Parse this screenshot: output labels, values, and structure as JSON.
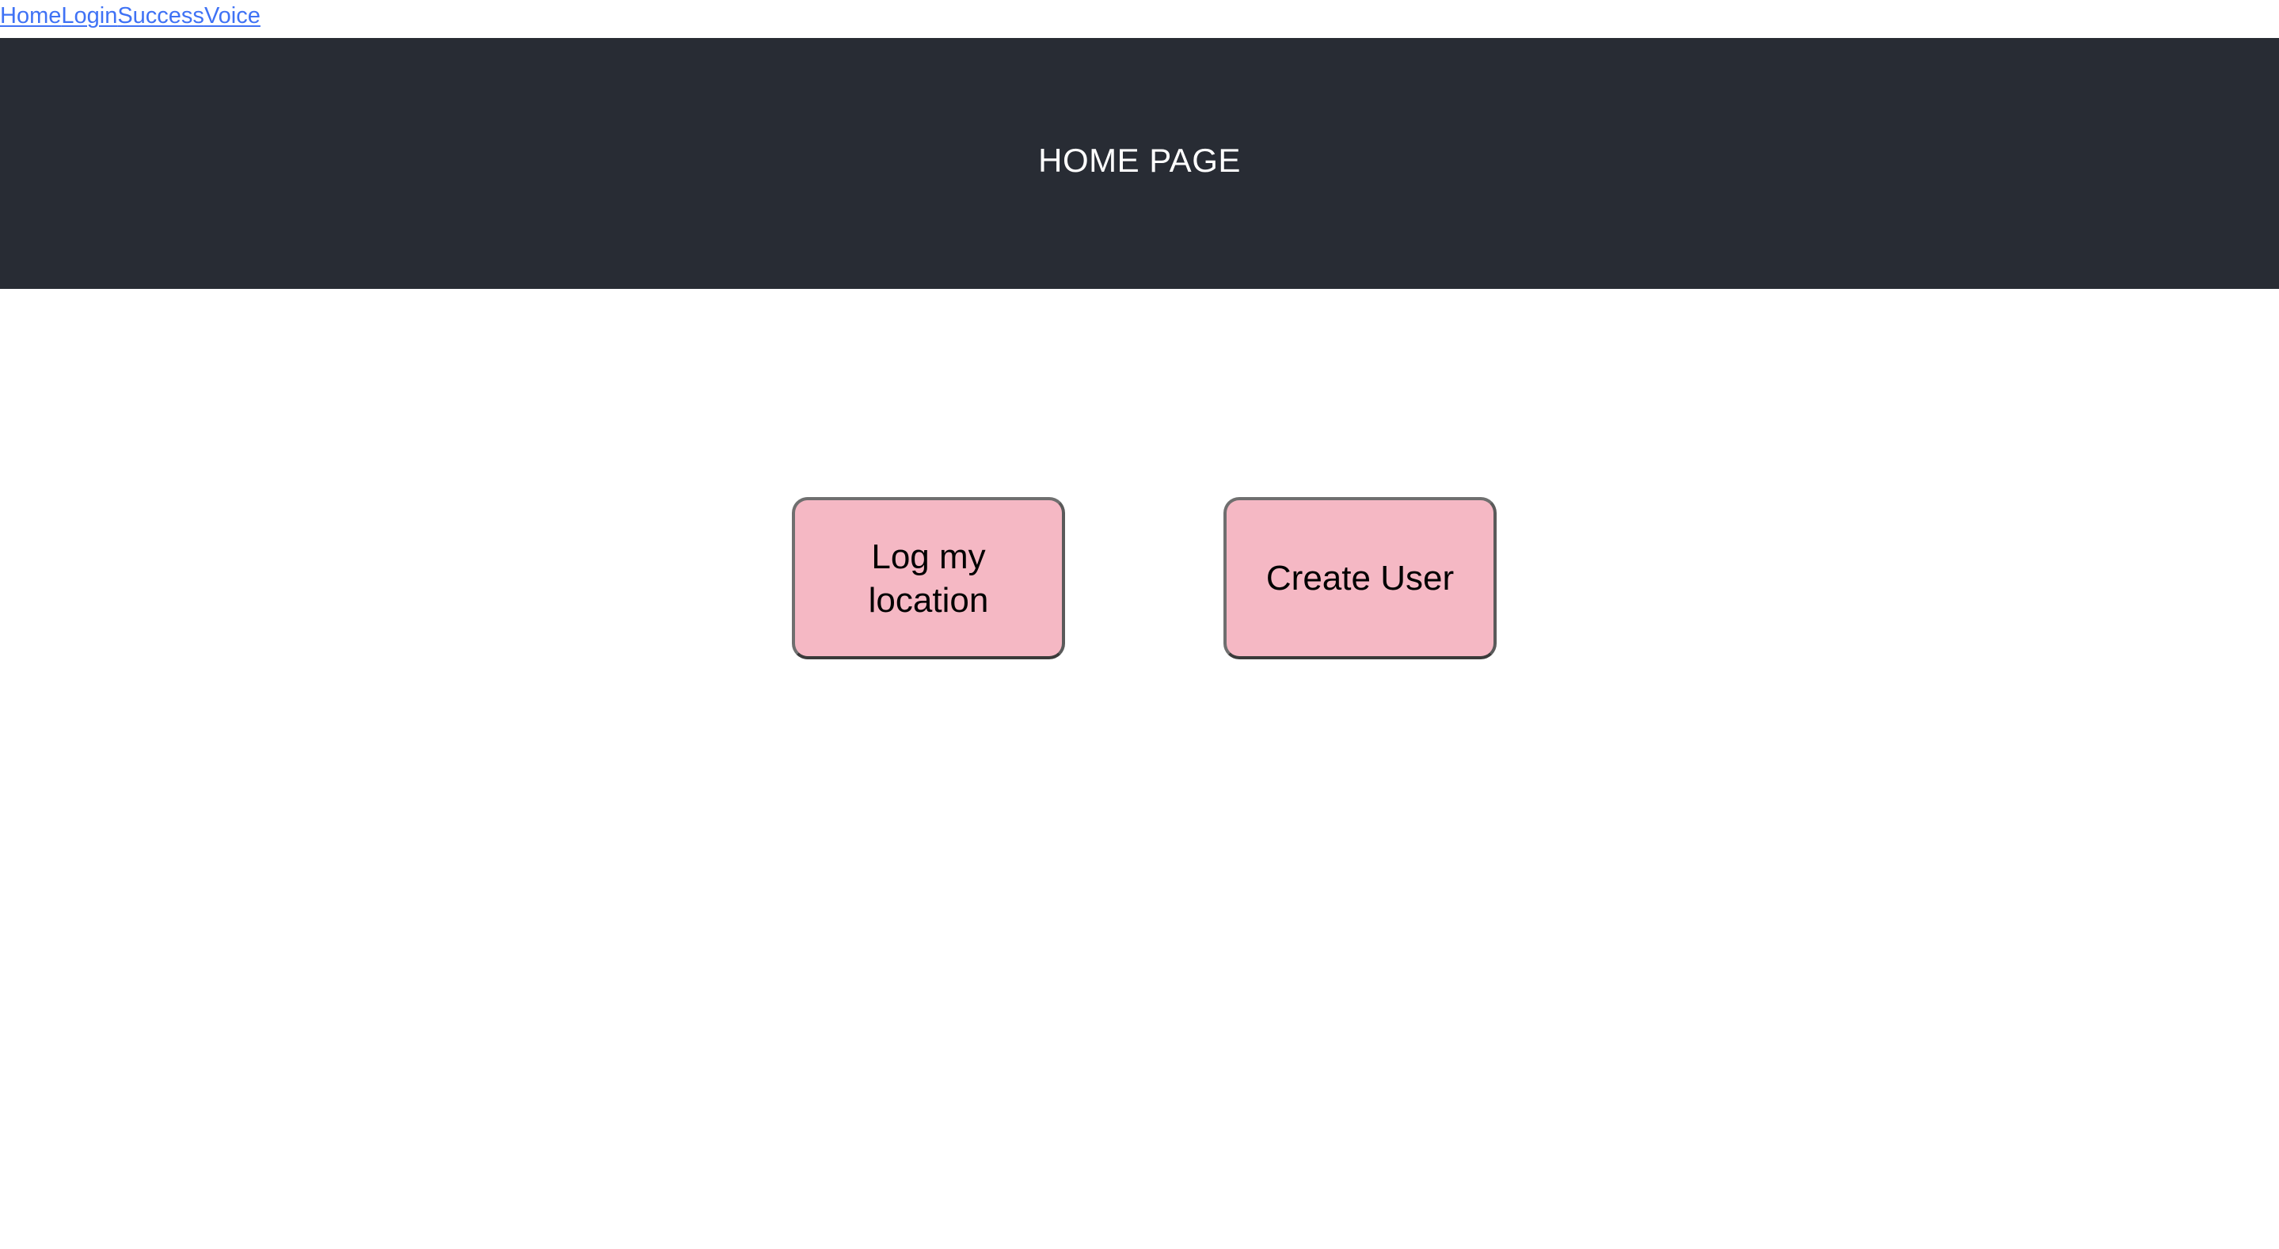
{
  "nav": {
    "links": [
      {
        "label": "Home",
        "name": "nav-link-home"
      },
      {
        "label": "Login",
        "name": "nav-link-login"
      },
      {
        "label": "Success",
        "name": "nav-link-success"
      },
      {
        "label": "Voice",
        "name": "nav-link-voice"
      }
    ]
  },
  "header": {
    "title": "HOME PAGE",
    "background_color": "#282c34",
    "text_color": "#ffffff"
  },
  "main": {
    "background_color": "#ffffff",
    "buttons": [
      {
        "label": "Log my location",
        "name": "log-my-location-button",
        "background_color": "#f5b8c4",
        "border_color": "#6f6f6f",
        "text_color": "#000000"
      },
      {
        "label": "Create User",
        "name": "create-user-button",
        "background_color": "#f5b8c4",
        "border_color": "#6f6f6f",
        "text_color": "#000000"
      }
    ]
  }
}
